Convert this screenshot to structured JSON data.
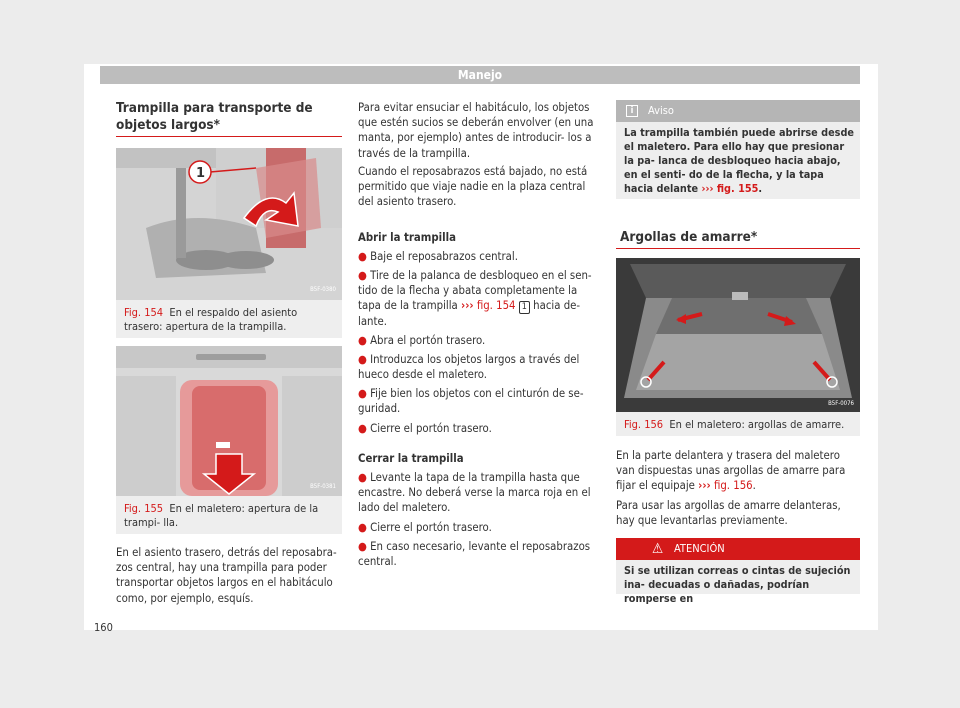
{
  "header": "Manejo",
  "page_number": "160",
  "col1": {
    "title": "Trampilla para transporte de objetos largos*",
    "fig154": {
      "code": "B5F-0380",
      "label": "Fig. 154",
      "text": "En el respaldo del asiento trasero: apertura de la trampilla.",
      "callout": "1"
    },
    "fig155": {
      "code": "B5F-0381",
      "label": "Fig. 155",
      "text": "En el maletero: apertura de la trampi- lla."
    },
    "intro": "En el asiento trasero, detrás del reposabra- zos central, hay una trampilla para poder transportar objetos largos en el habitáculo como, por ejemplo, esquís."
  },
  "col2": {
    "p1": "Para evitar ensuciar el habitáculo, los objetos que estén sucios se deberán envolver (en una manta, por ejemplo) antes de introducir- los a través de la trampilla.",
    "p2": "Cuando el reposabrazos está bajado, no está permitido que viaje nadie en la plaza central del asiento trasero.",
    "open_title": "Abrir la trampilla",
    "open_1": "Baje el reposabrazos central.",
    "open_2a": "Tire de la palanca de desbloqueo en el sen- tido de la flecha y abata completamente la tapa de la trampilla",
    "open_2_ref": "fig. 154",
    "open_2_num": "1",
    "open_2b": "hacia de- lante.",
    "open_3": "Abra el portón trasero.",
    "open_4": "Introduzca los objetos largos a través del hueco desde el maletero.",
    "open_5": "Fije bien los objetos con el cinturón de se- guridad.",
    "open_6": "Cierre el portón trasero.",
    "close_title": "Cerrar la trampilla",
    "close_1": "Levante la tapa de la trampilla hasta que encastre. No deberá verse la marca roja en el lado del maletero.",
    "close_2": "Cierre el portón trasero.",
    "close_3": "En caso necesario, levante el reposabrazos central."
  },
  "col3": {
    "aviso_title": "Aviso",
    "aviso_text": "La trampilla también puede abrirse desde el maletero. Para ello hay que presionar la pa- lanca de desbloqueo hacia abajo, en el senti- do de la flecha, y la tapa hacia delante",
    "aviso_ref": "fig. 155",
    "title": "Argollas de amarre*",
    "fig156": {
      "code": "B5F-0076",
      "label": "Fig. 156",
      "text": "En el maletero: argollas de amarre."
    },
    "p1a": "En la parte delantera y trasera del maletero van dispuestas unas argollas de amarre para fijar el equipaje",
    "p1_ref": "fig. 156",
    "p2": "Para usar las argollas de amarre delanteras, hay que levantarlas previamente.",
    "warn_title": "ATENCIÓN",
    "warn_text": "Si se utilizan correas o cintas de sujeción ina- decuadas o dañadas, podrían romperse en"
  },
  "glyphs": {
    "bullet": "●",
    "ref_arrow": "›››",
    "info_icon": "i",
    "warning_icon": "⚠"
  },
  "colors": {
    "accent": "#d41a1a",
    "header": "#bdbdbd",
    "box": "#eeeeee"
  }
}
